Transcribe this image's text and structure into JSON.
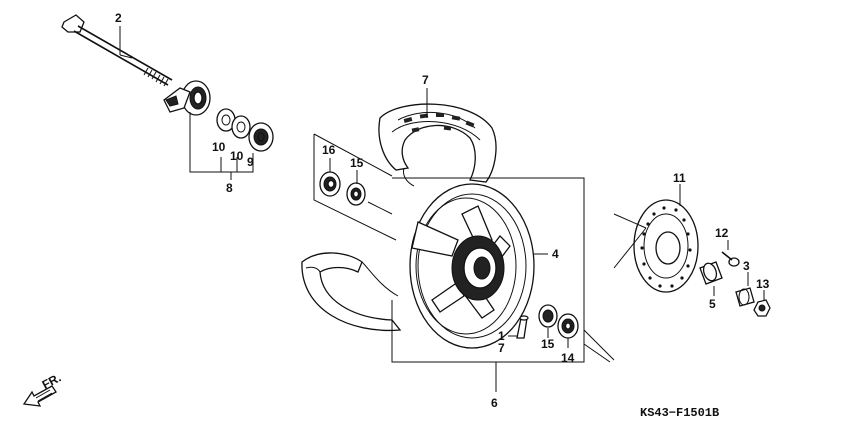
{
  "callouts": {
    "p1": "1",
    "p2": "2",
    "p3": "3",
    "p4": "4",
    "p5": "5",
    "p6": "6",
    "p7_tire": "7",
    "p7_valve": "7",
    "p8": "8",
    "p9": "9",
    "p10_a": "10",
    "p10_b": "10",
    "p11": "11",
    "p12": "12",
    "p13": "13",
    "p14": "14",
    "p15_a": "15",
    "p15_b": "15",
    "p16": "16"
  },
  "front_marker": "FR.",
  "diagram_code": "KS43−F1501B"
}
